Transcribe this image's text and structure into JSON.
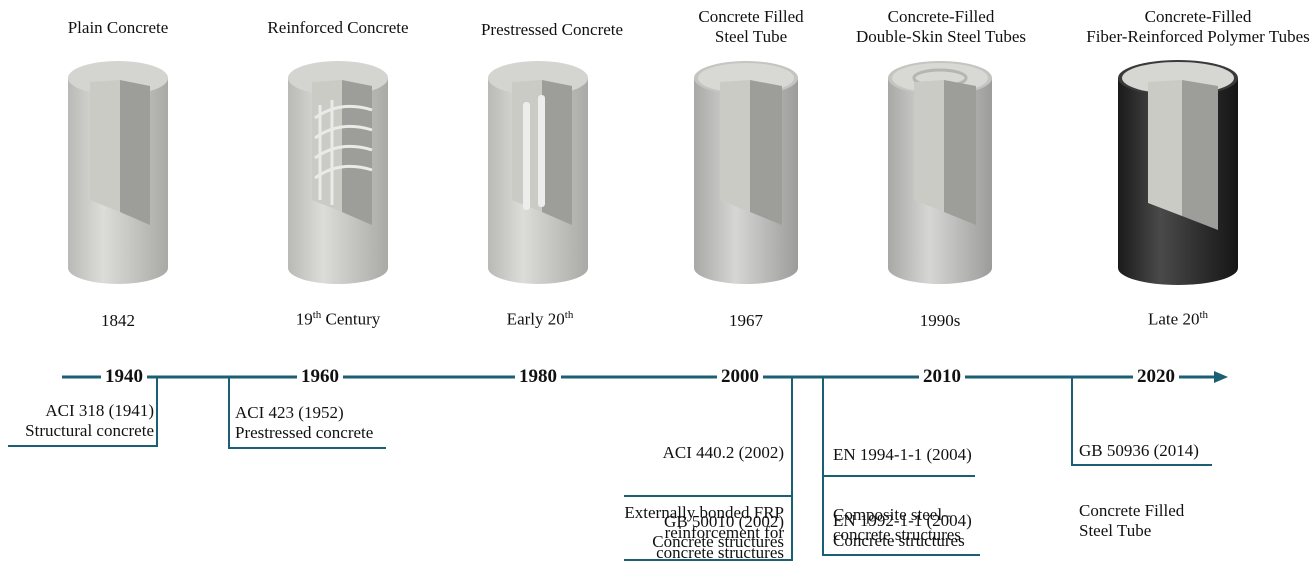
{
  "columns": [
    {
      "title": "Plain Concrete",
      "year": "1842",
      "sup": ""
    },
    {
      "title": "Reinforced Concrete",
      "year": "19",
      "sup": "th",
      "year_tail": " Century"
    },
    {
      "title": "Prestressed Concrete",
      "year": "Early 20",
      "sup": "th"
    },
    {
      "title": "Concrete Filled\nSteel Tube",
      "year": "1967",
      "sup": ""
    },
    {
      "title": "Concrete-Filled\nDouble-Skin Steel Tubes",
      "year": "1990s",
      "sup": ""
    },
    {
      "title": "Concrete-Filled\nFiber-Reinforced Polymer Tubes",
      "year": "Late 20",
      "sup": "th"
    }
  ],
  "timeline": {
    "years": [
      "1940",
      "1960",
      "1980",
      "2000",
      "2010",
      "2020"
    ]
  },
  "standards": [
    {
      "code": "ACI 318 (1941)",
      "desc": "Structural concrete"
    },
    {
      "code": "ACI 423 (1952)",
      "desc": "Prestressed concrete"
    },
    {
      "code": "ACI 440.2 (2002)",
      "desc": "Externally bonded FRP\nreinforcement for\nconcrete structures"
    },
    {
      "code": "GB 50010 (2002)",
      "desc": "Concrete structures"
    },
    {
      "code": "EN 1994-1-1 (2004)",
      "desc": "Composite steel–\nconcrete structures"
    },
    {
      "code": "EN 1992-1-1 (2004)",
      "desc": "Concrete structures"
    },
    {
      "code": "GB 50936 (2014)",
      "desc": "Concrete Filled\nSteel Tube"
    }
  ],
  "colors": {
    "timeline": "#1b5f74",
    "concrete": "#c8c8c4",
    "frp": "#2a2a2a"
  }
}
